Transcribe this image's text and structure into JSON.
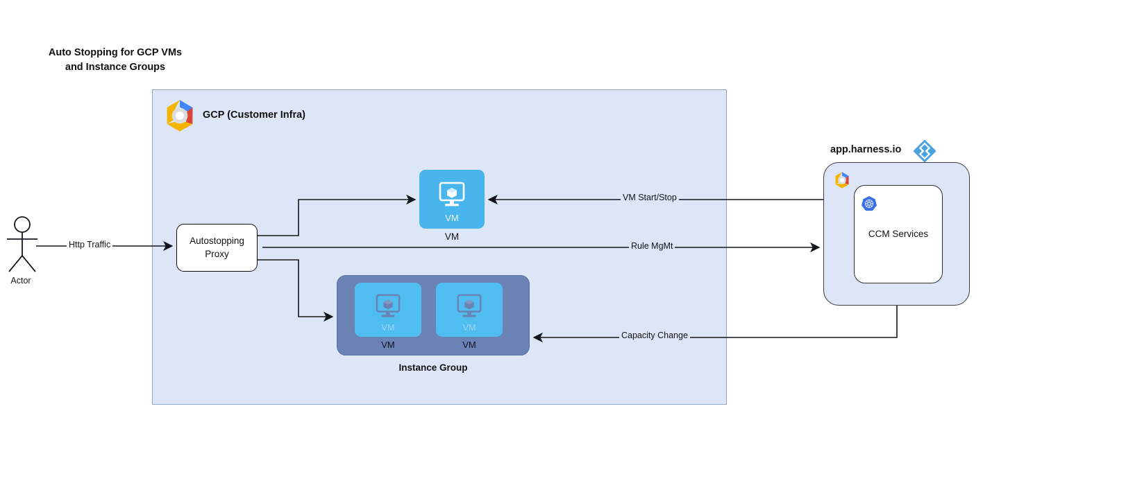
{
  "title": "Auto Stopping for GCP VMs\nand Instance Groups",
  "gcp_container": {
    "label": "GCP (Customer Infra)",
    "logo_icon": "gcp-logo-icon",
    "fill_color": "#dce6f7",
    "border_color": "#8ca4c8"
  },
  "actor": {
    "label": "Actor",
    "icon": "actor-stick-figure-icon"
  },
  "proxy": {
    "label": "Autostopping\nProxy"
  },
  "vm_single": {
    "inner_label": "VM",
    "caption": "VM",
    "icon": "vm-monitor-cube-icon",
    "fill_color": "#48b6ec"
  },
  "instance_group": {
    "caption": "Instance Group",
    "fill_color": "#6b82b4",
    "vms": [
      {
        "inner_label": "VM",
        "caption": "VM",
        "icon": "vm-monitor-cube-icon"
      },
      {
        "inner_label": "VM",
        "caption": "VM",
        "icon": "vm-monitor-cube-icon"
      }
    ]
  },
  "harness": {
    "label": "app.harness.io",
    "logo_icon": "harness-diamond-logo-icon",
    "gcp_logo_icon": "gcp-logo-icon",
    "k8s_logo_icon": "kubernetes-helm-icon",
    "service_label": "CCM Services",
    "fill_color": "#dce6f7"
  },
  "edges": [
    {
      "label": "Http Traffic",
      "from": "actor",
      "to": "autostopping-proxy"
    },
    {
      "label": "VM Start/Stop",
      "from": "ccm-services",
      "to": "vm-single"
    },
    {
      "label": "Rule MgMt",
      "from": "autostopping-proxy",
      "to": "ccm-services"
    },
    {
      "label": "Capacity Change",
      "from": "ccm-services",
      "to": "instance-group"
    }
  ],
  "colors": {
    "accent_blue": "#48b6ec",
    "container_blue": "#dce6f7",
    "group_slate": "#6b82b4",
    "harness_blue": "#4aa3df",
    "k8s_blue": "#3970e4",
    "stroke": "#13161c"
  }
}
